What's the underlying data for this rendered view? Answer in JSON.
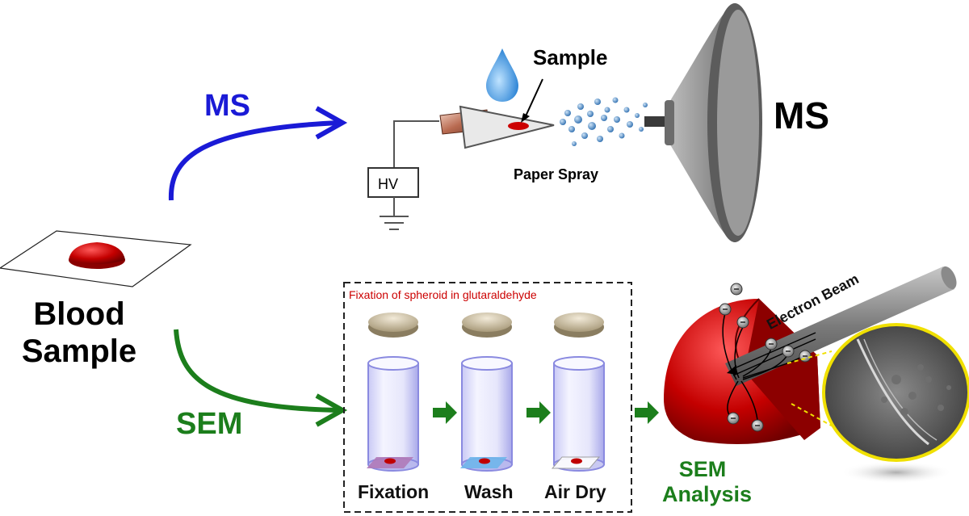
{
  "blood_sample": {
    "label": "Blood\nSample"
  },
  "ms_branch": {
    "label": "MS",
    "color": "#1a1ad6",
    "sample_label": "Sample",
    "paper_spray_label": "Paper Spray",
    "hv_label": "HV",
    "instrument_label": "MS"
  },
  "sem_branch": {
    "label": "SEM",
    "color": "#1c7e1c",
    "fixation_title": "Fixation of spheroid in glutaraldehyde",
    "steps": [
      "Fixation",
      "Wash",
      "Air Dry"
    ],
    "electron_beam_label": "Electron Beam",
    "analysis_label": "SEM\nAnalysis"
  }
}
